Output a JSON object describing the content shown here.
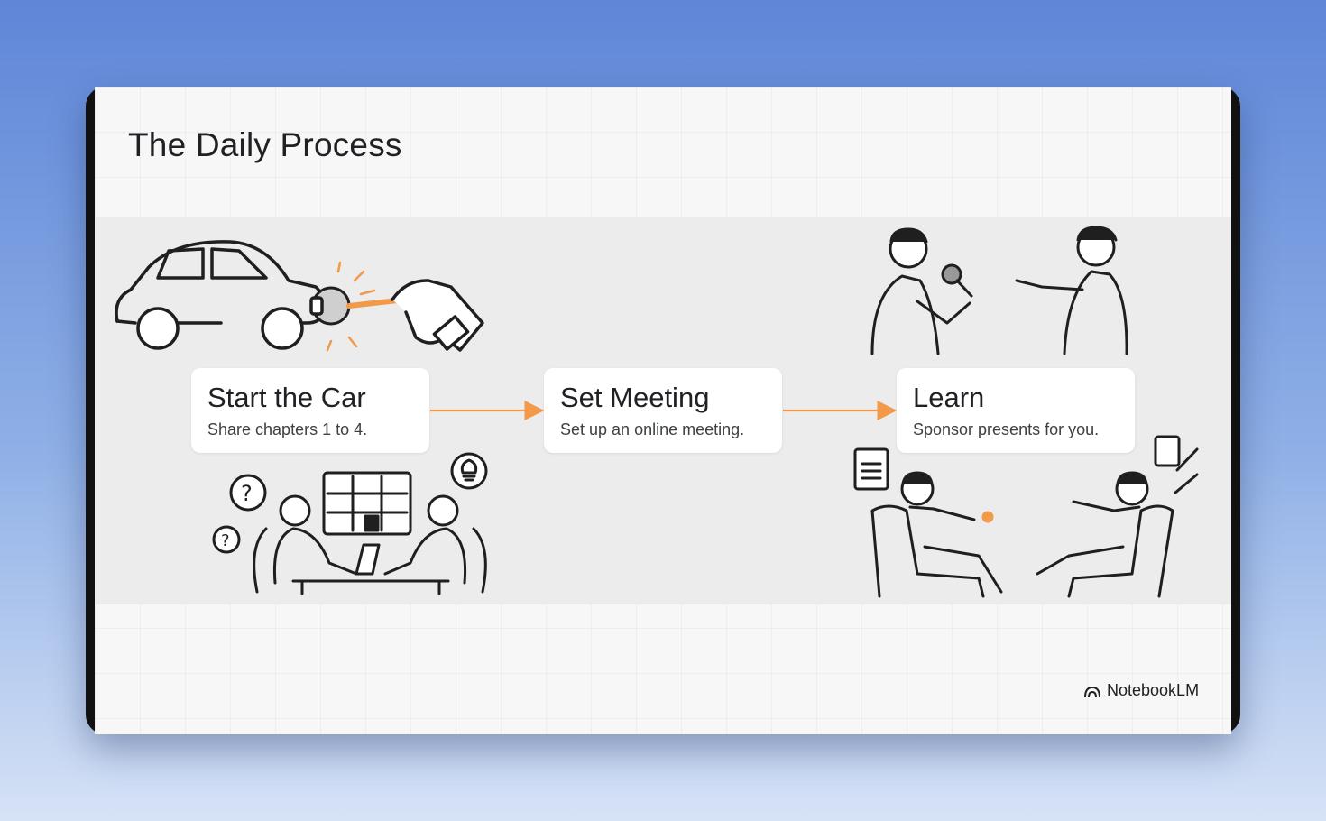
{
  "slide": {
    "title": "The Daily Process",
    "steps": [
      {
        "title": "Start the Car",
        "description": "Share chapters 1 to 4."
      },
      {
        "title": "Set Meeting",
        "description": "Set up an online meeting."
      },
      {
        "title": "Learn",
        "description": "Sponsor presents for you."
      }
    ],
    "brand": "NotebookLM"
  },
  "colors": {
    "accent": "#f2994a",
    "ink": "#202124"
  },
  "illustrations": [
    "car-key-illustration",
    "online-meeting-illustration",
    "interview-illustration",
    "armchair-conversation-illustration"
  ]
}
